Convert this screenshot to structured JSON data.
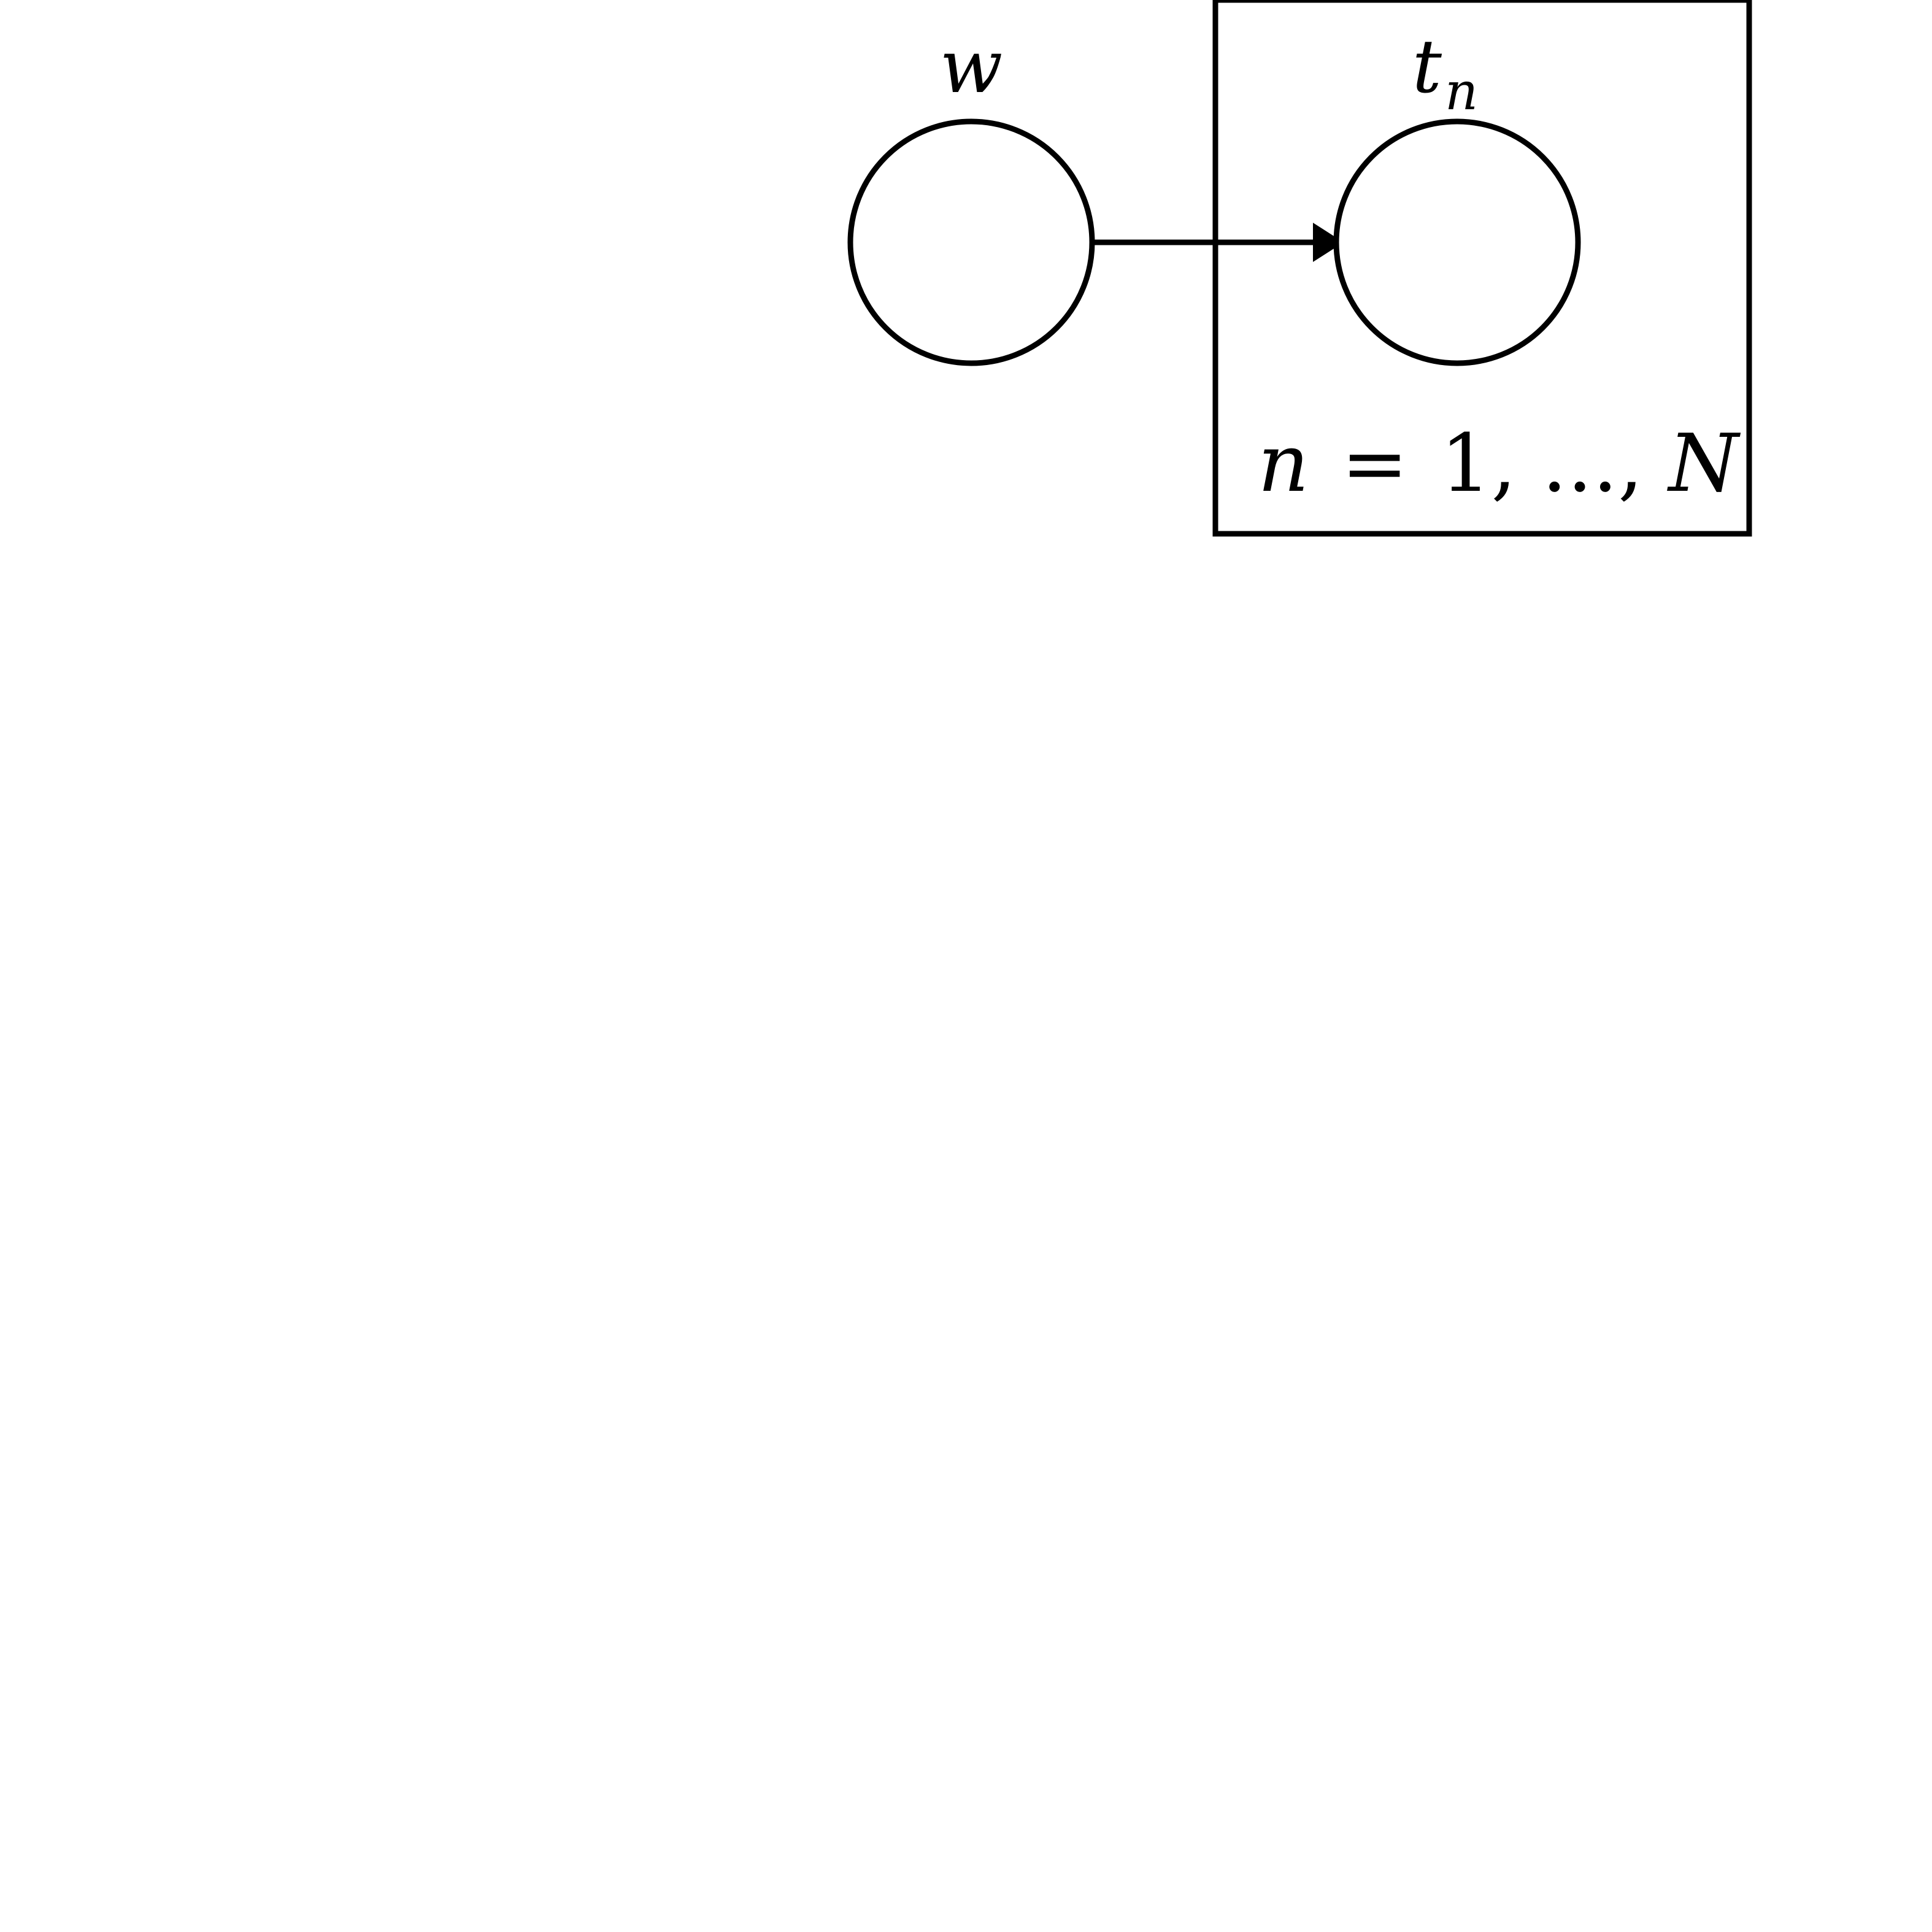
{
  "nodes": {
    "w": {
      "label": "w"
    },
    "t": {
      "label": "t",
      "subscript": "n"
    }
  },
  "edges": [
    {
      "from": "w",
      "to": "t"
    }
  ],
  "plate": {
    "label_var": "n",
    "label_eq": "=",
    "label_range": "1, ..., ",
    "label_upper": "N"
  },
  "colors": {
    "stroke": "#000000",
    "background": "#ffffff"
  }
}
